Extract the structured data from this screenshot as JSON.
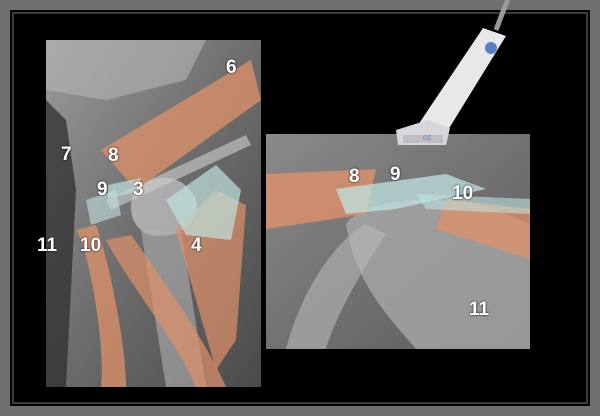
{
  "labels": {
    "left": {
      "l6": "6",
      "l7": "7",
      "l8": "8",
      "l9": "9",
      "l3": "3",
      "l11": "11",
      "l10": "10",
      "l4": "4"
    },
    "right": {
      "l8": "8",
      "l9": "9",
      "l10": "10",
      "l11": "11"
    }
  },
  "probe_text": "GE"
}
